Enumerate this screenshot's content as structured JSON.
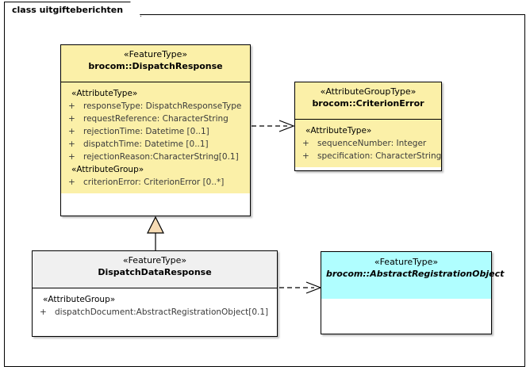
{
  "diagram": {
    "frame_label": "class uitgifteberichten",
    "type": "uml-class-diagram"
  },
  "colors": {
    "feature_type_fill": "#fbf0a8",
    "attribute_group_type_fill": "#fbf0a8",
    "abstract_fill": "#b0feff",
    "plain_header_fill": "#f0f0f0",
    "plain_body_fill": "#ffffff",
    "border": "#000000",
    "generalization_fill": "#f7dcb4",
    "attribute_text": "#3b3b3b"
  },
  "nodes": {
    "dispatch_response": {
      "stereotype": "«FeatureType»",
      "name": "brocom::DispatchResponse",
      "sections": [
        {
          "group": "«AttributeType»",
          "attributes": [
            {
              "visibility": "+",
              "text": "responseType: DispatchResponseType"
            },
            {
              "visibility": "+",
              "text": "requestReference: CharacterString"
            },
            {
              "visibility": "+",
              "text": "rejectionTime: Datetime [0..1]"
            },
            {
              "visibility": "+",
              "text": "dispatchTime: Datetime [0..1]"
            },
            {
              "visibility": "+",
              "text": "rejectionReason:CharacterString[0.1]"
            }
          ]
        },
        {
          "group": "«AttributeGroup»",
          "attributes": [
            {
              "visibility": "+",
              "text": "criterionError: CriterionError [0..*]"
            }
          ]
        }
      ]
    },
    "criterion_error": {
      "stereotype": "«AttributeGroupType»",
      "name": "brocom::CriterionError",
      "sections": [
        {
          "group": "«AttributeType»",
          "attributes": [
            {
              "visibility": "+",
              "text": "sequenceNumber: Integer"
            },
            {
              "visibility": "+",
              "text": "specification: CharacterString"
            }
          ]
        }
      ]
    },
    "dispatch_data_response": {
      "stereotype": "«FeatureType»",
      "name": "DispatchDataResponse",
      "sections": [
        {
          "group": "«AttributeGroup»",
          "attributes": [
            {
              "visibility": "+",
              "text": "dispatchDocument:AbstractRegistrationObject[0.1]"
            }
          ]
        }
      ]
    },
    "abstract_registration_object": {
      "stereotype": "«FeatureType»",
      "name": "brocom::AbstractRegistrationObject",
      "sections": []
    }
  },
  "connectors": [
    {
      "name": "dependency-dispatch-response-to-criterion-error",
      "kind": "dependency",
      "style": "dashed-open-arrow",
      "from": "dispatch_response",
      "to": "criterion_error"
    },
    {
      "name": "generalization-dispatch-data-response-to-dispatch-response",
      "kind": "generalization",
      "style": "solid-hollow-triangle",
      "from": "dispatch_data_response",
      "to": "dispatch_response"
    },
    {
      "name": "dependency-dispatch-data-response-to-abstract-registration-object",
      "kind": "dependency",
      "style": "dashed-open-arrow",
      "from": "dispatch_data_response",
      "to": "abstract_registration_object"
    }
  ]
}
